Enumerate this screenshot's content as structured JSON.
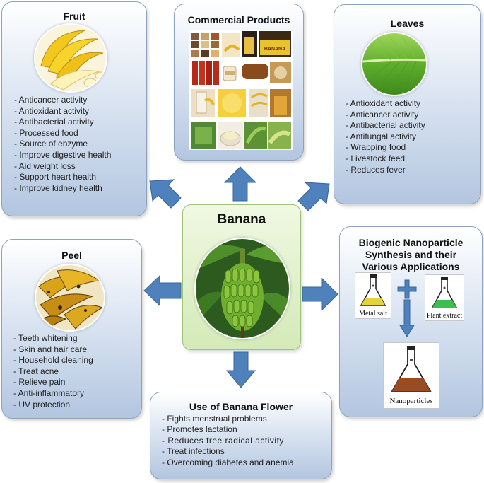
{
  "center": {
    "title": "Banana"
  },
  "fruit": {
    "title": "Fruit",
    "items": [
      "Anticancer activity",
      "Antioxidant activity",
      "Antibacterial activity",
      "Processed food",
      "Source of enzyme",
      "Improve digestive health",
      "Aid weight loss",
      "Support heart health",
      "Improve kidney health"
    ]
  },
  "commercial": {
    "title": "Commercial Products",
    "box_label": "BANANA"
  },
  "leaves": {
    "title": "Leaves",
    "items": [
      "Antioxidant activity",
      "Anticancer activity",
      "Antibacterial activity",
      "Antifungal activity",
      "Wrapping food",
      "Livestock feed",
      "Reduces fever"
    ]
  },
  "peel": {
    "title": "Peel",
    "items": [
      "Teeth whitening",
      "Skin and hair care",
      "Household cleaning",
      "Treat acne",
      "Relieve pain",
      "Anti-inflammatory",
      "UV protection"
    ]
  },
  "flower": {
    "title": "Use of Banana Flower",
    "items": [
      "Fights menstrual problems",
      "Promotes lactation",
      "Reduces free radical activity",
      "Treat infections",
      "Overcoming diabetes and anemia"
    ]
  },
  "nano": {
    "title_line1": "Biogenic Nanoparticle",
    "title_line2": "Synthesis and their",
    "title_line3": "Various Applications",
    "metal_salt": "Metal salt",
    "plant_extract": "Plant extract",
    "nanoparticles": "Nanoparticles"
  },
  "colors": {
    "arrow": "#4f81bd",
    "panel_border": "#8ea3bf",
    "center_fill": "#d4eab8",
    "metal_salt_liquid": "#e6d23a",
    "plant_extract_liquid": "#3cc04a",
    "nanoparticle_liquid": "#9c4a22"
  }
}
